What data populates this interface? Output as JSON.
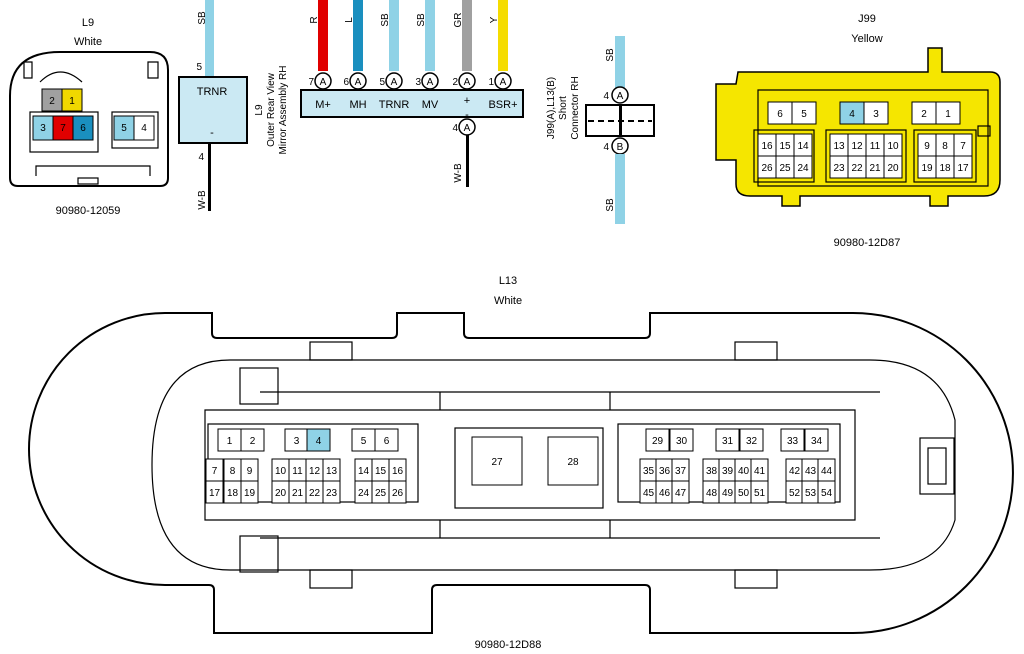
{
  "l9": {
    "title": "L9",
    "color": "White",
    "part": "90980-12059",
    "pins": [
      {
        "n": "2",
        "fill": "#a0a0a0"
      },
      {
        "n": "1",
        "fill": "#f0d800"
      },
      {
        "n": "3",
        "fill": "#8fd2e6"
      },
      {
        "n": "7",
        "fill": "#e00000"
      },
      {
        "n": "6",
        "fill": "#1a8fbf"
      },
      {
        "n": "5",
        "fill": "#8fd2e6"
      },
      {
        "n": "4",
        "fill": "#ffffff"
      }
    ]
  },
  "trnr_box": {
    "label": "TRNR",
    "minus": "-",
    "top_wire": "SB",
    "top_pin": "5",
    "bottom_wire": "W-B",
    "bottom_pin": "4",
    "caption_line1": "L9",
    "caption_line2": "Outer Rear View",
    "caption_line3": "Mirror Assembly RH"
  },
  "mirror_bar": {
    "pins": [
      {
        "n": "7",
        "wire": "R",
        "wire_color": "#e00000",
        "label": "M+"
      },
      {
        "n": "6",
        "wire": "L",
        "wire_color": "#1a8fbf",
        "label": "MH"
      },
      {
        "n": "5",
        "wire": "SB",
        "wire_color": "#8fd2e6",
        "label": "TRNR"
      },
      {
        "n": "3",
        "wire": "SB",
        "wire_color": "#8fd2e6",
        "label": "MV"
      },
      {
        "n": "2",
        "wire": "GR",
        "wire_color": "#a0a0a0",
        "label": "+"
      },
      {
        "n": "1",
        "wire": "Y",
        "wire_color": "#f5dc00",
        "label": "BSR+"
      }
    ],
    "minus_label": "-",
    "bottom_pin": "4",
    "bottom_wire": "W-B",
    "connector_letter": "A"
  },
  "short_connector": {
    "caption_line1": "J99(A),L13(B)",
    "caption_line2": "Short",
    "caption_line3": "Connector RH",
    "top_pin": "4",
    "top_letter": "A",
    "bottom_pin": "4",
    "bottom_letter": "B",
    "top_wire": "SB",
    "bottom_wire": "SB"
  },
  "j99": {
    "title": "J99",
    "color": "Yellow",
    "part": "90980-12D87",
    "body_color": "#f5e600",
    "highlight_color": "#8fd2e6",
    "rows": [
      [
        "6",
        "5",
        "4",
        "3",
        "2",
        "1"
      ],
      [
        "16",
        "15",
        "14",
        "13",
        "12",
        "11",
        "10",
        "9",
        "8",
        "7"
      ],
      [
        "26",
        "25",
        "24",
        "23",
        "22",
        "21",
        "20",
        "19",
        "18",
        "17"
      ]
    ]
  },
  "l13": {
    "title": "L13",
    "color": "White",
    "part": "90980-12D88",
    "highlight_color": "#8fd2e6",
    "top_row": [
      "1",
      "2",
      "3",
      "4",
      "5",
      "6",
      "29",
      "30",
      "31",
      "32",
      "33",
      "34"
    ],
    "mid_row": [
      "7",
      "8",
      "9",
      "10",
      "11",
      "12",
      "13",
      "14",
      "15",
      "16",
      "35",
      "36",
      "37",
      "38",
      "39",
      "40",
      "41",
      "42",
      "43",
      "44"
    ],
    "bot_row": [
      "17",
      "18",
      "19",
      "20",
      "21",
      "22",
      "23",
      "24",
      "25",
      "26",
      "45",
      "46",
      "47",
      "48",
      "49",
      "50",
      "51",
      "52",
      "53",
      "54"
    ],
    "large": [
      "27",
      "28"
    ]
  }
}
